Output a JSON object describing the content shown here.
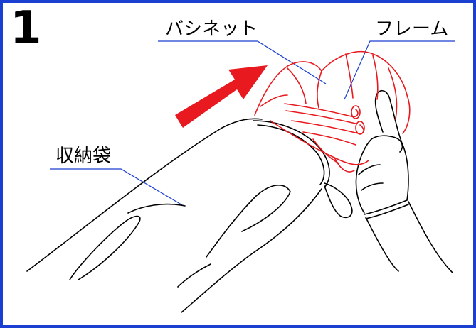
{
  "step_number": "1",
  "labels": {
    "bassinet": "バシネット",
    "frame": "フレーム",
    "storage_bag": "収納袋"
  },
  "colors": {
    "border": "#1a3fd1",
    "leader_line": "#1a3fd1",
    "bassinet_outline": "#e8191f",
    "arrow": "#e8191f",
    "line_art": "#000000"
  }
}
